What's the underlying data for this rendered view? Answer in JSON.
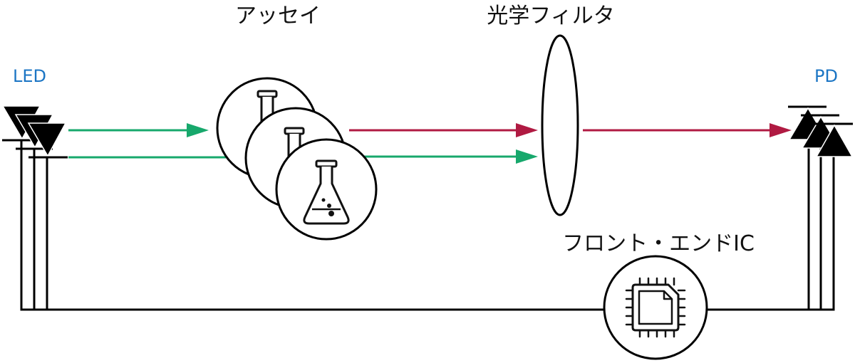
{
  "labels": {
    "led": "LED",
    "pd": "PD",
    "assay": "アッセイ",
    "optical_filter": "光学フィルタ",
    "front_end_ic": "フロント・エンドIC"
  },
  "colors": {
    "label_blue": "#1b75c4",
    "excitation_green": "#17a86c",
    "emission_red": "#b01a42",
    "line": "#000000"
  },
  "icons": {
    "source": "led-symbol",
    "detector": "photodiode-symbol",
    "assay": [
      "test-tube-icon",
      "test-tube-icon",
      "flask-icon"
    ],
    "filter": "lens-icon",
    "front_end_ic": "chip-icon"
  }
}
